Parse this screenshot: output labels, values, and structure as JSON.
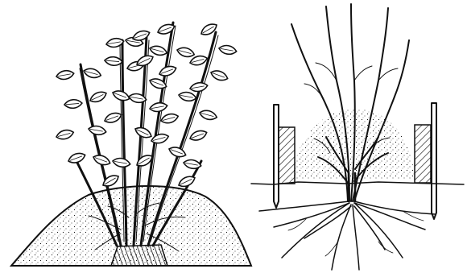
{
  "figure": {
    "panels": [
      {
        "id": "left",
        "subject": "mound-layering-of-shrub"
      },
      {
        "id": "right",
        "subject": "trench-layering-of-tree-with-boards"
      }
    ],
    "colors": {
      "ink": "#111111",
      "background": "#ffffff",
      "hatch": "#222222"
    }
  }
}
